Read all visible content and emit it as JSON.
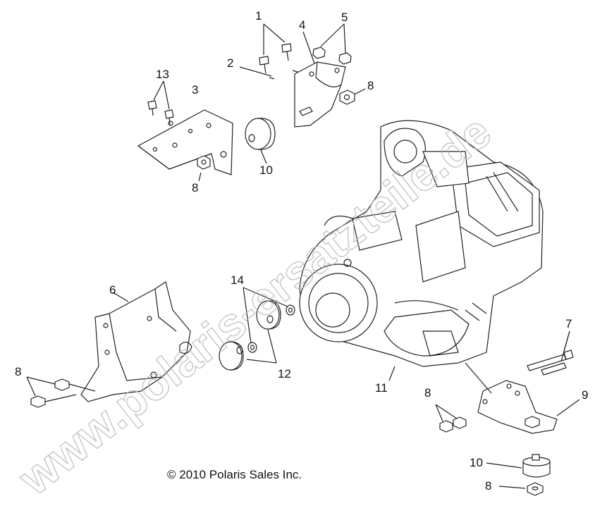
{
  "diagram": {
    "callouts": [
      {
        "id": "c1",
        "text": "1"
      },
      {
        "id": "c2",
        "text": "2"
      },
      {
        "id": "c3",
        "text": "3"
      },
      {
        "id": "c4",
        "text": "4"
      },
      {
        "id": "c5",
        "text": "5"
      },
      {
        "id": "c8a",
        "text": "8"
      },
      {
        "id": "c13",
        "text": "13"
      },
      {
        "id": "c8b",
        "text": "8"
      },
      {
        "id": "c10a",
        "text": "10"
      },
      {
        "id": "c6",
        "text": "6"
      },
      {
        "id": "c14",
        "text": "14"
      },
      {
        "id": "c12",
        "text": "12"
      },
      {
        "id": "c8c",
        "text": "8"
      },
      {
        "id": "c11",
        "text": "11"
      },
      {
        "id": "c8d",
        "text": "8"
      },
      {
        "id": "c7",
        "text": "7"
      },
      {
        "id": "c9",
        "text": "9"
      },
      {
        "id": "c10b",
        "text": "10"
      },
      {
        "id": "c8e",
        "text": "8"
      }
    ],
    "copyright": "© 2010 Polaris Sales Inc.",
    "watermark": "www.polaris-ersatzteile.de"
  }
}
